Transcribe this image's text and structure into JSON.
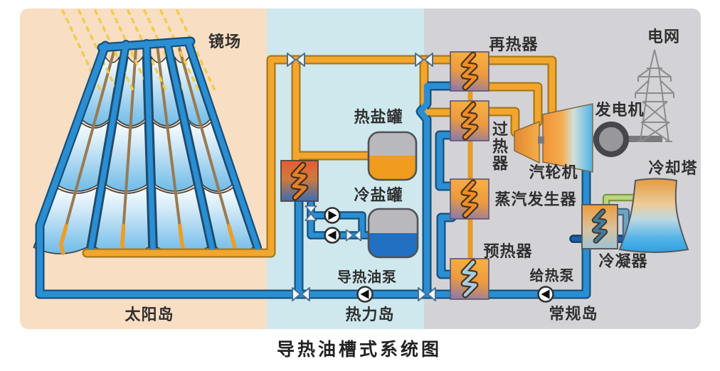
{
  "title": {
    "caption": "导热油槽式系统图"
  },
  "islands": {
    "solar": {
      "name": "太阳岛",
      "mirror_field": "镜场"
    },
    "thermal": {
      "name": "热力岛",
      "hot_salt_tank": "热盐罐",
      "cold_salt_tank": "冷盐罐",
      "oil_pump": "导热油泵"
    },
    "conventional": {
      "name": "常规岛",
      "reheater": "再热器",
      "superheater": "过热器",
      "steam_generator": "蒸汽发生器",
      "preheater": "预热器",
      "feed_pump": "给热泵",
      "steam_turbine": "汽轮机",
      "generator": "发电机",
      "power_grid": "电网",
      "cooling_tower": "冷却塔",
      "condenser": "冷凝器"
    }
  },
  "icons": {
    "valve": "valve-icon",
    "pump": "pump-icon",
    "heat_exchanger_coil": "lightning-coil-icon",
    "sun_rays": "sun-rays-icon",
    "transmission_tower": "pylon-icon"
  },
  "colors": {
    "solar_panel_bg": "#f8dec3",
    "thermal_panel_bg": "#cfe8ed",
    "conventional_panel_bg": "#d3d3d7",
    "hot_oil_pipe": "#f3a62e",
    "cold_oil_pipe": "#2b8ed2",
    "cooling_return_pipe": "#1f5fa8",
    "cooling_supply_pipe": "#bcd47e",
    "hot_salt": "#f09c1e",
    "cold_salt": "#2170c2",
    "mirror_blue": "#7cc3ea"
  }
}
